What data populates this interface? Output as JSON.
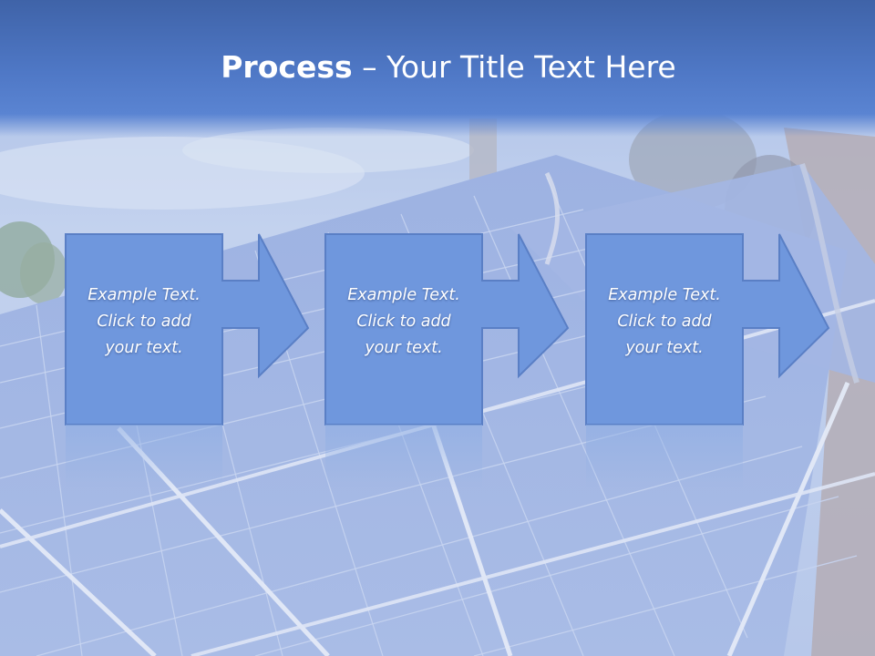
{
  "slide": {
    "title_bold": "Process",
    "title_rest": " – Your Title Text Here"
  },
  "steps": [
    {
      "line1": "Example Text.",
      "line2": "Click  to add",
      "line3": "your text."
    },
    {
      "line1": "Example Text.",
      "line2": "Click  to add",
      "line3": "your text."
    },
    {
      "line1": "Example Text.",
      "line2": "Click  to add",
      "line3": "your text."
    }
  ],
  "colors": {
    "title_band": "#4f78c6",
    "box_fill": "#6f97dd",
    "box_border": "#5a7fc5",
    "sky": "#b9ccec",
    "panel": "#8fa8df"
  }
}
